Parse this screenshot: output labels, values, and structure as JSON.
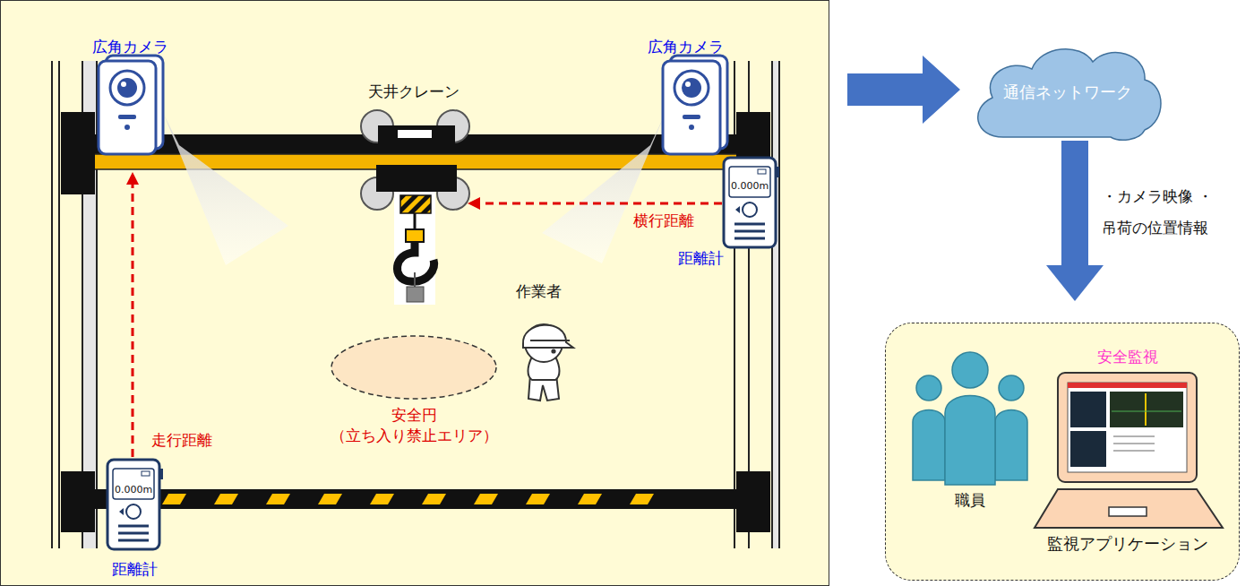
{
  "diagram": {
    "nodes": [
      {
        "text": [
          "安全円 （立ち入り禁止エリア）"
        ]
      },
      {
        "text": [
          "通信ネットワーク"
        ]
      },
      {
        "text": [
          "職員",
          "安全監視",
          "監視アプリケーション"
        ]
      }
    ],
    "edges": [
      {
        "from": 1,
        "to": 2,
        "arrow": "to",
        "label": "・カメラ映像 ・吊荷の位置情報"
      }
    ],
    "labels": [
      "広角カメラ",
      "広角カメラ",
      "天井クレーン",
      "0.000m",
      "横行距離",
      "距離計",
      "作業者",
      "走行距離",
      "0.000m",
      "距離計"
    ]
  }
}
